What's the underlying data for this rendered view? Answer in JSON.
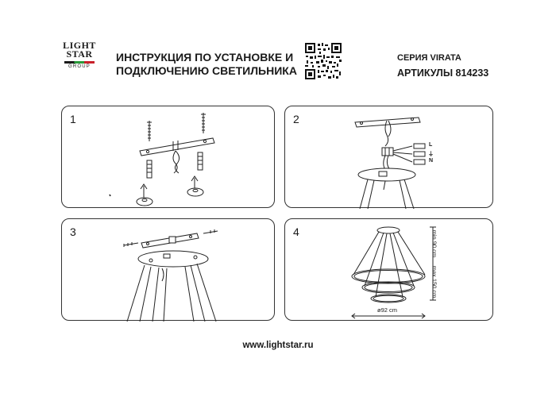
{
  "logo": {
    "line1": "LIGHT",
    "line2": "STAR",
    "line3": "GROUP"
  },
  "header": {
    "title_line1": "ИНСТРУКЦИЯ ПО УСТАНОВКЕ И",
    "title_line2": "ПОДКЛЮЧЕНИЮ СВЕТИЛЬНИКА",
    "series": "СЕРИЯ VIRATA",
    "articles": "АРТИКУЛЫ 814233"
  },
  "steps": [
    {
      "number": "1"
    },
    {
      "number": "2",
      "wire_labels": [
        "L",
        "⏚",
        "N"
      ]
    },
    {
      "number": "3"
    },
    {
      "number": "4",
      "height_label": "min 90 cm ... max 150 cm",
      "diameter_label": "ø92 cm"
    }
  ],
  "footer": {
    "website": "www.lightstar.ru"
  },
  "colors": {
    "ink": "#1a1a1a",
    "brand_green": "#2a9a3a",
    "brand_red": "#c8202a"
  }
}
